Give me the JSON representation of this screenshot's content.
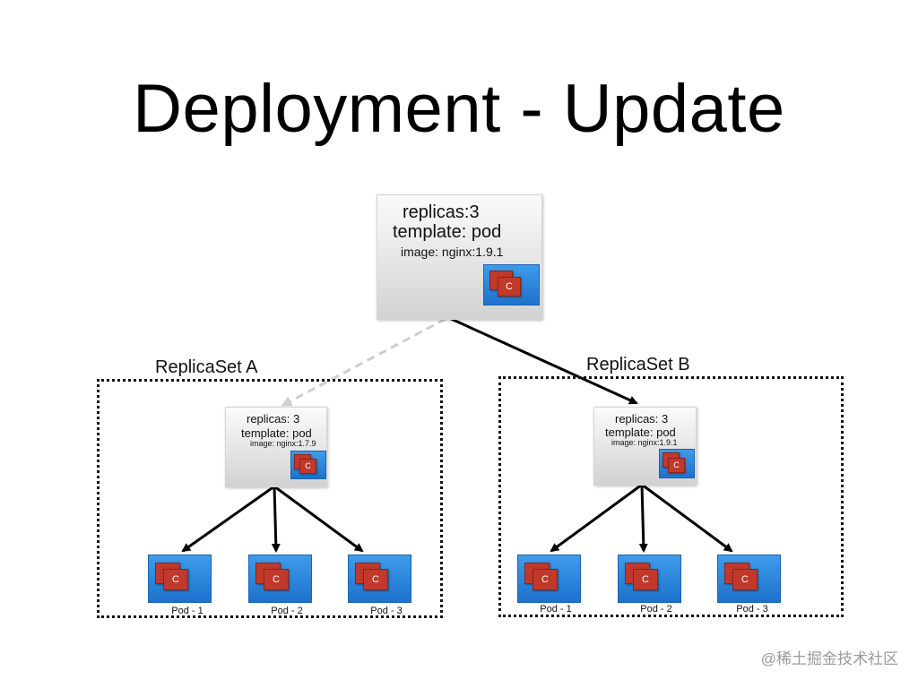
{
  "title": "Deployment - Update",
  "deployment": {
    "replicas": "replicas:3",
    "template": "template: pod",
    "image": "image: nginx:1.9.1",
    "container": "C"
  },
  "replicaset_a": {
    "label": "ReplicaSet A",
    "replicas": "replicas: 3",
    "template": "template: pod",
    "image": "image: nginx:1.7.9",
    "container": "C",
    "pods": [
      "Pod - 1",
      "Pod - 2",
      "Pod - 3"
    ]
  },
  "replicaset_b": {
    "label": "ReplicaSet B",
    "replicas": "replicas: 3",
    "template": "template: pod",
    "image": "image: nginx:1.9.1",
    "container": "C",
    "pods": [
      "Pod - 1",
      "Pod - 2",
      "Pod - 3"
    ]
  },
  "pod_container": "C",
  "watermark": "@稀土掘金技术社区"
}
